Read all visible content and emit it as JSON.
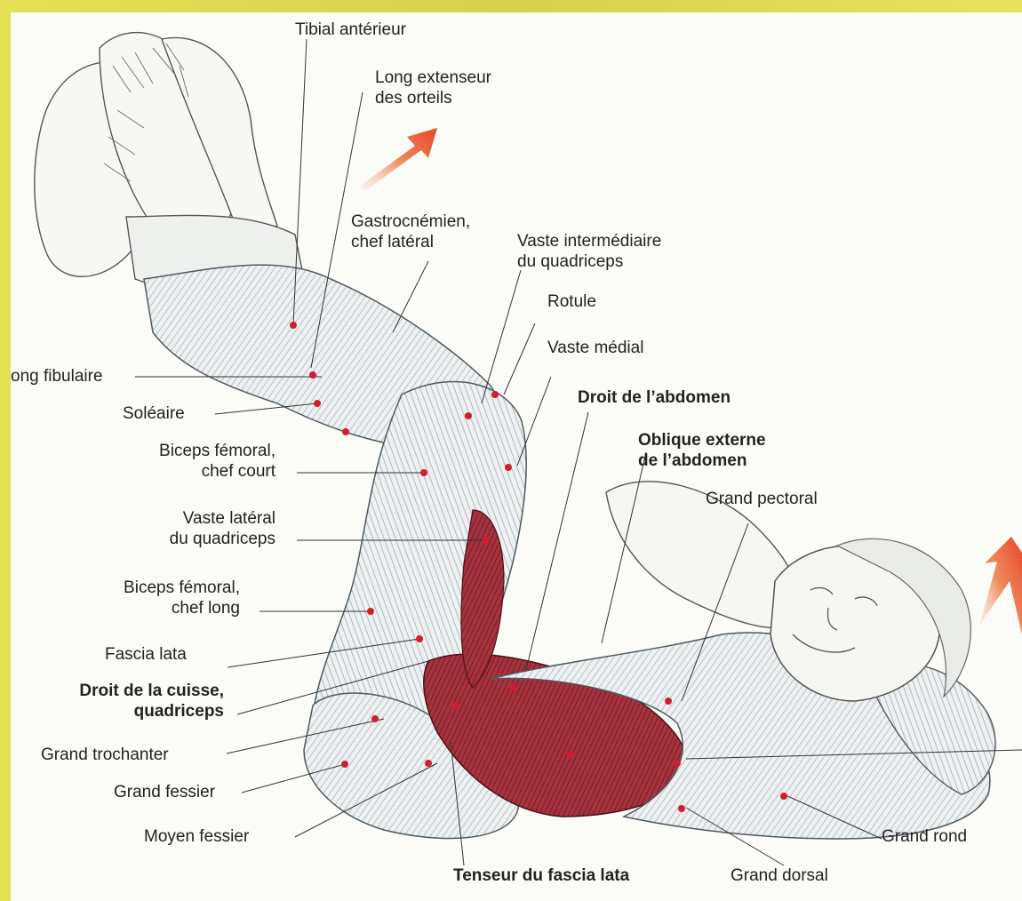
{
  "labels": {
    "tibial_anterieur": "Tibial antérieur",
    "long_extenseur_1": "Long extenseur",
    "long_extenseur_2": "des orteils",
    "gastrocnemien_1": "Gastrocnémien,",
    "gastrocnemien_2": "chef latéral",
    "vaste_intermediaire_1": "Vaste intermédiaire",
    "vaste_intermediaire_2": "du quadriceps",
    "rotule": "Rotule",
    "vaste_medial": "Vaste médial",
    "long_fibulaire": "ong fibulaire",
    "soleaire": "Soléaire",
    "droit_abdomen": "Droit de l’abdomen",
    "oblique_externe_1": "Oblique externe",
    "oblique_externe_2": "de l’abdomen",
    "biceps_court_1": "Biceps fémoral,",
    "biceps_court_2": "chef court",
    "grand_pectoral": "Grand pectoral",
    "vaste_lateral_1": "Vaste latéral",
    "vaste_lateral_2": "du quadriceps",
    "biceps_long_1": "Biceps fémoral,",
    "biceps_long_2": "chef long",
    "fascia_lata": "Fascia lata",
    "droit_cuisse_1": "Droit de la cuisse,",
    "droit_cuisse_2": "quadriceps",
    "grand_trochanter": "Grand trochanter",
    "grand_fessier": "Grand fessier",
    "moyen_fessier": "Moyen fessier",
    "tenseur_fascia": "Tenseur du fascia lata",
    "grand_dorsal": "Grand dorsal",
    "grand_rond": "Grand rond"
  },
  "colors": {
    "border": "#d9d64a",
    "background": "#fbfbf8",
    "highlight_muscle": "#8b2230",
    "marker": "#d21d2f",
    "arrow": "#e8452a"
  }
}
